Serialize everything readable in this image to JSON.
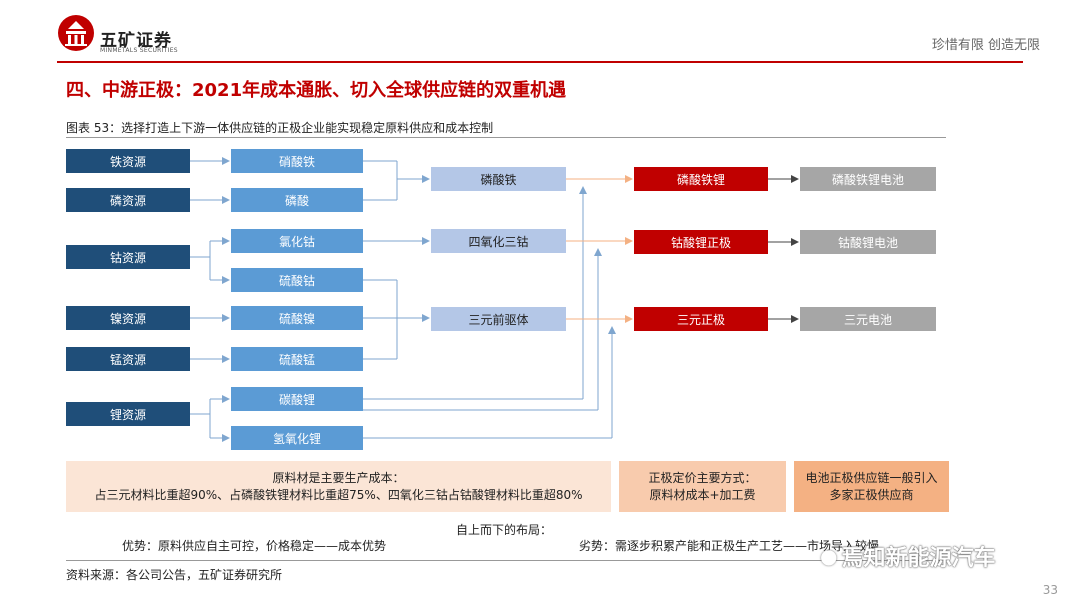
{
  "header": {
    "company_name": "五矿证券",
    "company_sub": "MINMETALS SECURITIES",
    "slogan": "珍惜有限  创造无限"
  },
  "title": "四、中游正极：2021年成本通胀、切入全球供应链的双重机遇",
  "figure_title": "图表 53：选择打造上下游一体供应链的正极企业能实现稳定原料供应和成本控制",
  "diagram": {
    "resources": [
      "铁资源",
      "磷资源",
      "钴资源",
      "镍资源",
      "锰资源",
      "锂资源"
    ],
    "intermediates": [
      "硝酸铁",
      "磷酸",
      "氯化钴",
      "硫酸钴",
      "硫酸镍",
      "硫酸锰",
      "碳酸锂",
      "氢氧化锂"
    ],
    "precursors": [
      "磷酸铁",
      "四氧化三钴",
      "三元前驱体"
    ],
    "cathodes": [
      "磷酸铁锂",
      "钴酸锂正极",
      "三元正极"
    ],
    "batteries": [
      "磷酸铁锂电池",
      "钴酸锂电池",
      "三元电池"
    ],
    "colors": {
      "resource": "#1f4e79",
      "intermediate": "#5b9bd5",
      "precursor": "#b4c7e7",
      "cathode": "#c00000",
      "battery": "#a6a6a6",
      "arrow_blue": "#7fa6cf",
      "arrow_orange": "#f4b183"
    }
  },
  "notes": {
    "raw_title": "原料材是主要生产成本：",
    "raw_body": "占三元材料比重超90%、占磷酸铁锂材料比重超75%、四氧化三钴占钴酸锂材料比重超80%",
    "pricing_title": "正极定价主要方式：",
    "pricing_body": "原料材成本+加工费",
    "supply_line1": "电池正极供应链一般引入",
    "supply_line2": "多家正极供应商"
  },
  "bottom": {
    "title": "自上而下的布局：",
    "advantage": "优势：原料供应自主可控，价格稳定——成本优势",
    "disadvantage": "劣势：需逐步积累产能和正极生产工艺——市场导入较慢"
  },
  "source": "资料来源：各公司公告，五矿证券研究所",
  "watermark": "焉知新能源汽车",
  "page_number": "33"
}
